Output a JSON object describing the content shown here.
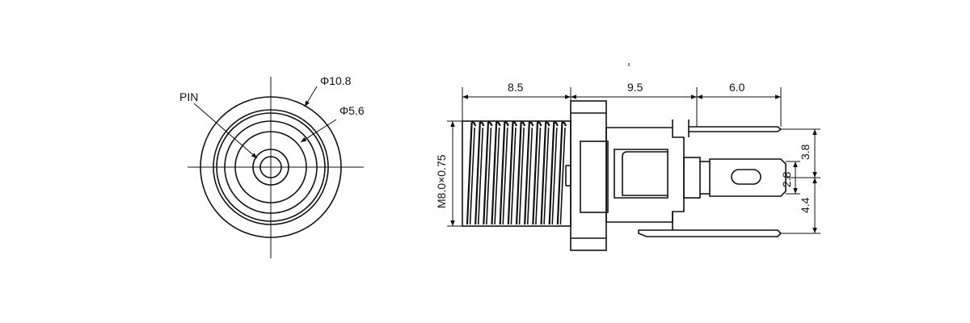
{
  "front_view": {
    "pin_label": "PIN",
    "outer_diameter": "Φ10.8",
    "inner_diameter": "Φ5.6"
  },
  "side_view": {
    "thread_length": "8.5",
    "body_length": "9.5",
    "terminal_length": "6.0",
    "thread_spec": "M8.0×0.75",
    "upper_offset": "3.8",
    "tab_width": "2.8",
    "lower_offset": "4.4"
  }
}
